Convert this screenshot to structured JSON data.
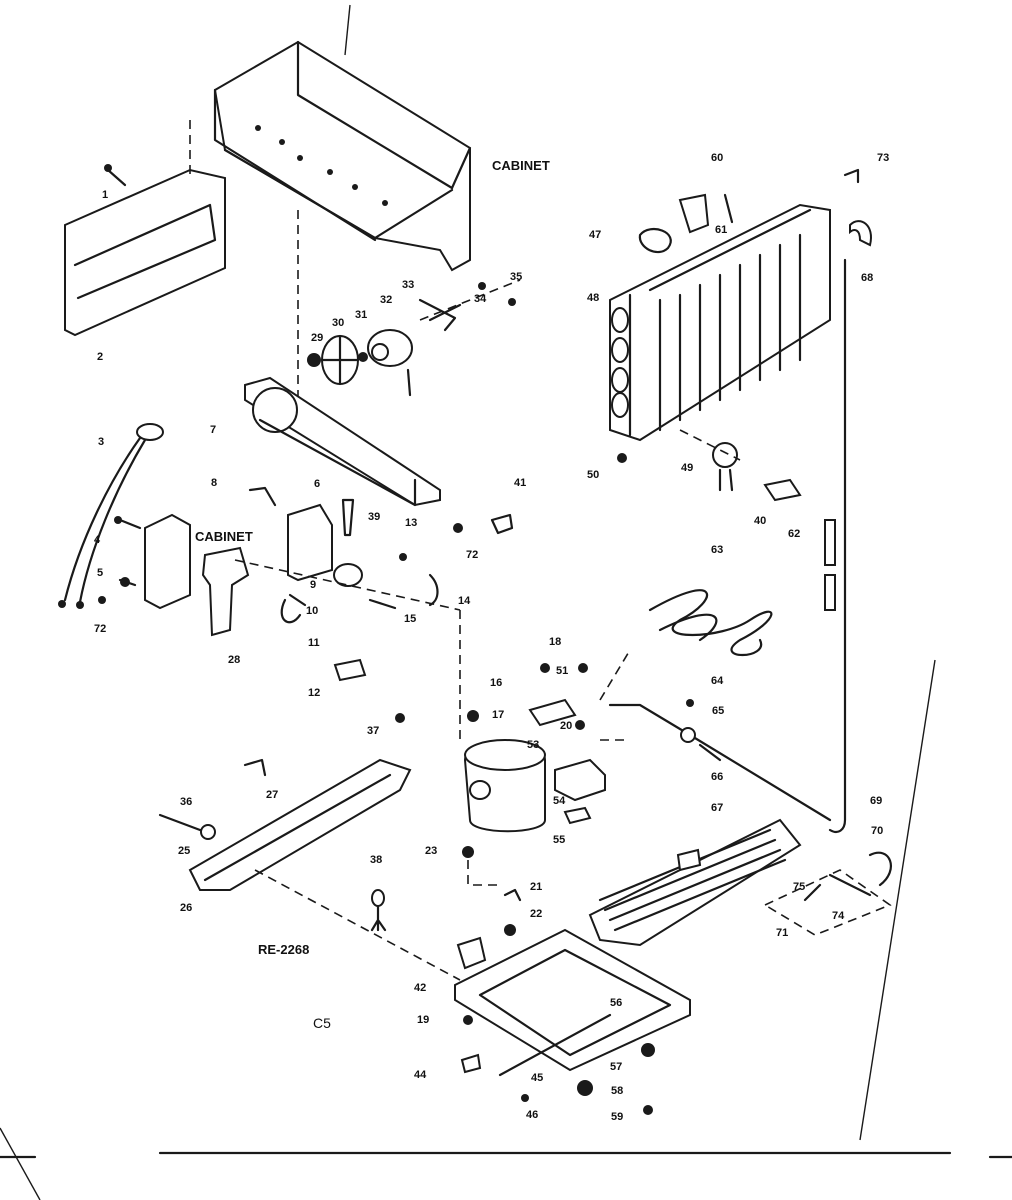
{
  "title_code": "RE-2268",
  "section_code": "C5",
  "cabinet_labels": [
    "CABINET",
    "CABINET"
  ],
  "callouts": [
    "1",
    "2",
    "3",
    "4",
    "5",
    "6",
    "7",
    "8",
    "9",
    "10",
    "11",
    "12",
    "13",
    "14",
    "15",
    "16",
    "17",
    "18",
    "19",
    "20",
    "21",
    "22",
    "23",
    "25",
    "26",
    "27",
    "28",
    "29",
    "30",
    "31",
    "32",
    "33",
    "34",
    "35",
    "36",
    "37",
    "38",
    "39",
    "40",
    "41",
    "42",
    "44",
    "45",
    "46",
    "47",
    "48",
    "49",
    "50",
    "51",
    "53",
    "54",
    "55",
    "56",
    "57",
    "58",
    "59",
    "60",
    "61",
    "62",
    "63",
    "64",
    "65",
    "66",
    "67",
    "68",
    "69",
    "70",
    "71",
    "72",
    "72",
    "73",
    "74",
    "75"
  ]
}
